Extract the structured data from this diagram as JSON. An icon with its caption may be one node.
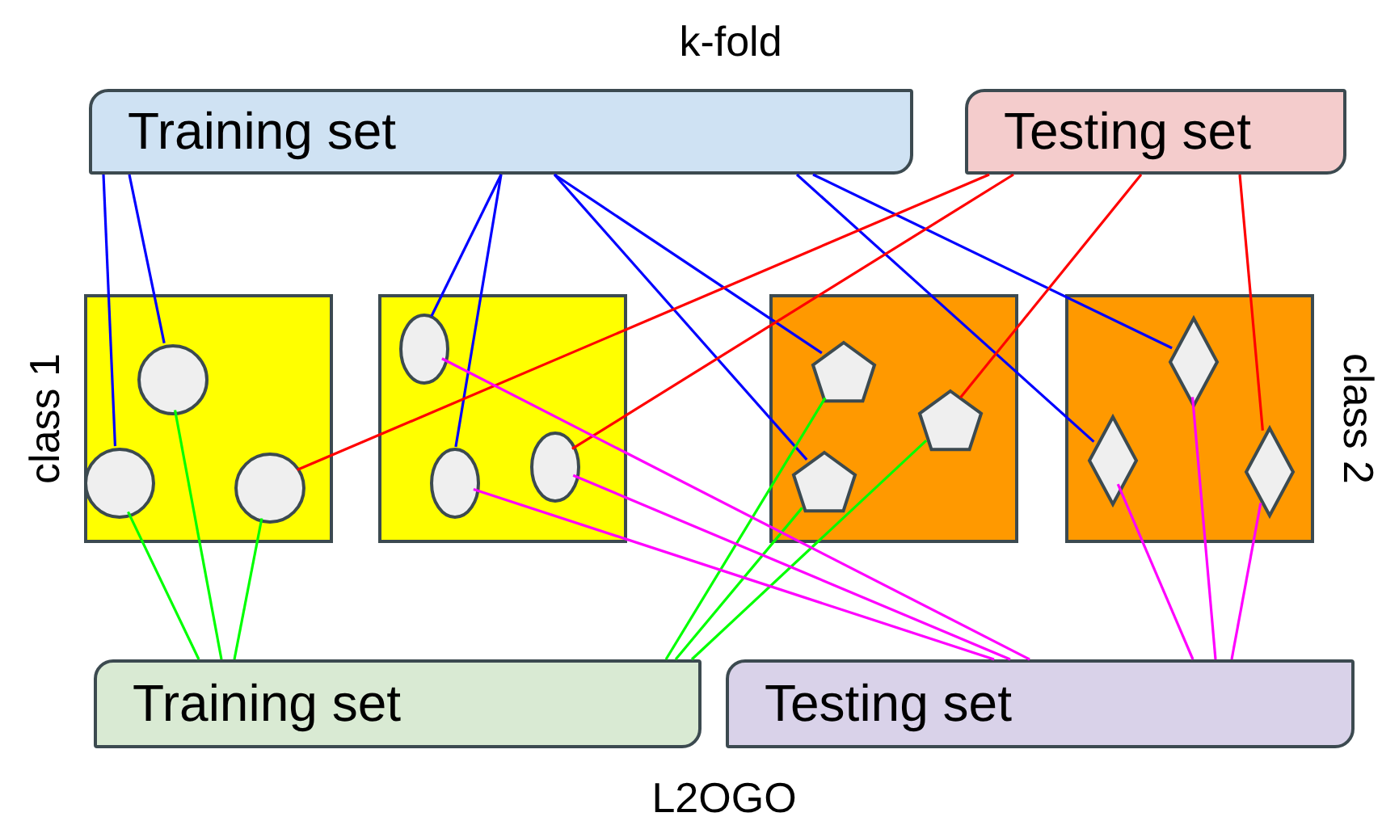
{
  "diagram": {
    "nodes": [
      {
        "text": [
          "Training set"
        ]
      },
      {
        "text": [
          "Testing set"
        ]
      },
      {
        "text": [],
        "shape": "box"
      },
      {
        "text": [],
        "shape": "box"
      },
      {
        "text": [],
        "shape": "box"
      },
      {
        "text": [],
        "shape": "box"
      },
      {
        "text": [],
        "shape": "circle",
        "in": 2
      },
      {
        "text": [],
        "shape": "circle",
        "in": 2
      },
      {
        "text": [],
        "shape": "circle",
        "in": 2
      },
      {
        "text": [],
        "shape": "ellipse",
        "in": 3
      },
      {
        "text": [],
        "shape": "ellipse",
        "in": 3
      },
      {
        "text": [],
        "shape": "ellipse",
        "in": 3
      },
      {
        "text": [],
        "shape": "pentagon",
        "in": 4
      },
      {
        "text": [],
        "shape": "pentagon",
        "in": 4
      },
      {
        "text": [],
        "shape": "pentagon",
        "in": 4
      },
      {
        "text": [],
        "shape": "diamond",
        "in": 5
      },
      {
        "text": [],
        "shape": "diamond",
        "in": 5
      },
      {
        "text": [],
        "shape": "diamond",
        "in": 5
      },
      {
        "text": [
          "Training set"
        ]
      },
      {
        "text": [
          "Testing set"
        ]
      }
    ],
    "edges": [
      {
        "from": 0,
        "to": 7,
        "arrow": "none"
      },
      {
        "from": 0,
        "to": 6,
        "arrow": "none"
      },
      {
        "from": 0,
        "to": 9,
        "arrow": "none"
      },
      {
        "from": 0,
        "to": 10,
        "arrow": "none"
      },
      {
        "from": 0,
        "to": 12,
        "arrow": "none"
      },
      {
        "from": 0,
        "to": 14,
        "arrow": "none"
      },
      {
        "from": 0,
        "to": 16,
        "arrow": "none"
      },
      {
        "from": 0,
        "to": 15,
        "arrow": "none"
      },
      {
        "from": 1,
        "to": 8,
        "arrow": "none",
        "color": "#ff0000"
      },
      {
        "from": 1,
        "to": 11,
        "arrow": "none",
        "color": "#ff0000"
      },
      {
        "from": 1,
        "to": 13,
        "arrow": "none",
        "color": "#ff0000"
      },
      {
        "from": 1,
        "to": 17,
        "arrow": "none",
        "color": "#ff0000"
      },
      {
        "from": 7,
        "to": 18,
        "arrow": "none",
        "color": "#00ff00"
      },
      {
        "from": 6,
        "to": 18,
        "arrow": "none",
        "color": "#00ff00"
      },
      {
        "from": 8,
        "to": 18,
        "arrow": "none",
        "color": "#00ff00"
      },
      {
        "from": 12,
        "to": 18,
        "arrow": "none",
        "color": "#00ff00"
      },
      {
        "from": 14,
        "to": 18,
        "arrow": "none",
        "color": "#00ff00"
      },
      {
        "from": 13,
        "to": 18,
        "arrow": "none",
        "color": "#00ff00"
      },
      {
        "from": 9,
        "to": 19,
        "arrow": "none",
        "color": "#ff00ff"
      },
      {
        "from": 11,
        "to": 19,
        "arrow": "none",
        "color": "#ff00ff"
      },
      {
        "from": 10,
        "to": 19,
        "arrow": "none",
        "color": "#ff00ff"
      },
      {
        "from": 16,
        "to": 19,
        "arrow": "none",
        "color": "#ff00ff"
      },
      {
        "from": 15,
        "to": 19,
        "arrow": "none",
        "color": "#ff00ff"
      },
      {
        "from": 17,
        "to": 19,
        "arrow": "none",
        "color": "#ff00ff"
      }
    ],
    "labels": [
      "k-fold",
      "class 1",
      "class 2",
      "L2OGO"
    ]
  }
}
